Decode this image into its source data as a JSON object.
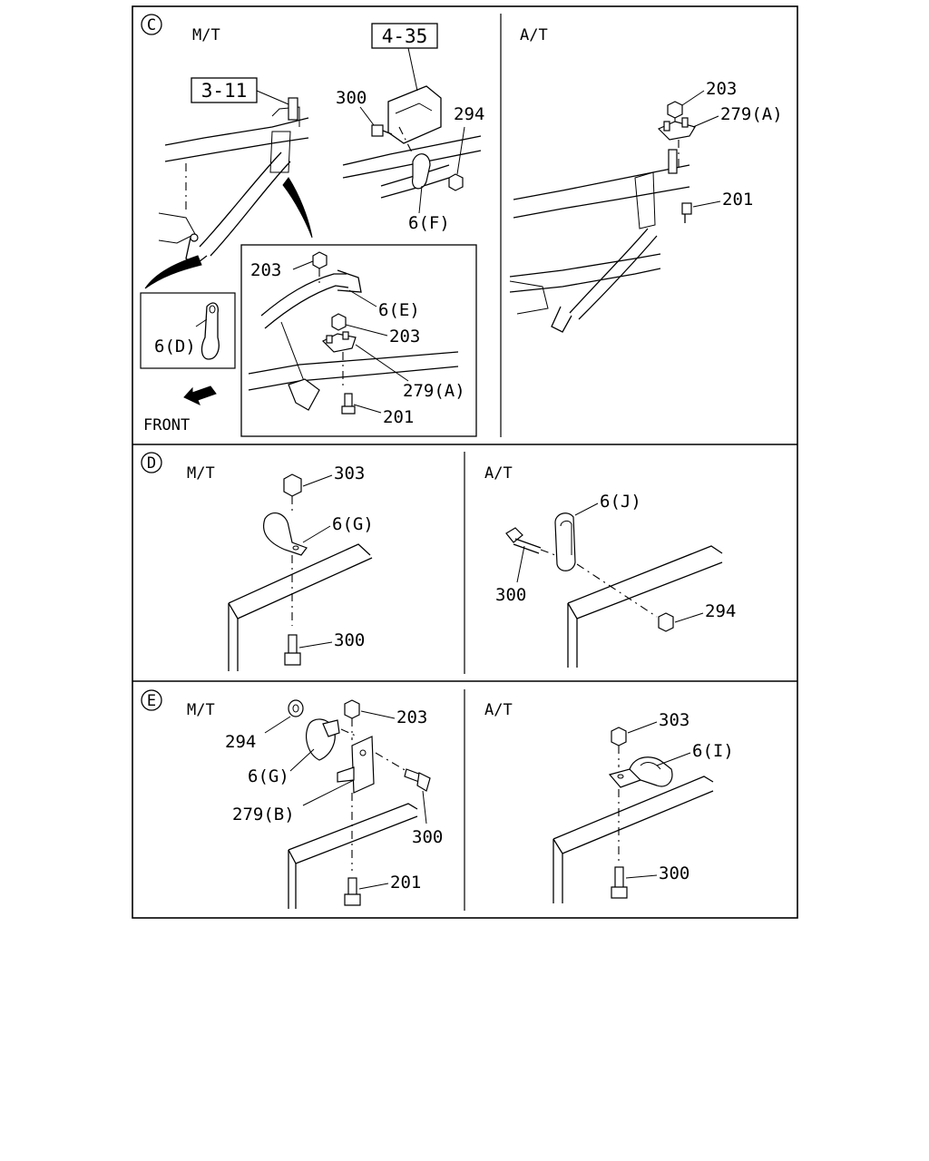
{
  "sections": {
    "c": {
      "marker": "C",
      "left_title": "M/T",
      "right_title": "A/T",
      "ref_a": "3-11",
      "ref_b": "4-35",
      "front_label": "FRONT",
      "labels": {
        "p300": "300",
        "p294": "294",
        "p6f": "6(F)",
        "p6d": "6(D)",
        "p203_inset": "203",
        "p6e": "6(E)",
        "p203_inset2": "203",
        "p279a_inset": "279(A)",
        "p201_inset": "201",
        "p203_at": "203",
        "p279a_at": "279(A)",
        "p201_at": "201"
      }
    },
    "d": {
      "marker": "D",
      "left_title": "M/T",
      "right_title": "A/T",
      "labels": {
        "p303": "303",
        "p6g": "6(G)",
        "p300_mt": "300",
        "p6j": "6(J)",
        "p300_at": "300",
        "p294": "294"
      }
    },
    "e": {
      "marker": "E",
      "left_title": "M/T",
      "right_title": "A/T",
      "labels": {
        "p294": "294",
        "p203": "203",
        "p6g": "6(G)",
        "p279b": "279(B)",
        "p300_mt": "300",
        "p201": "201",
        "p303": "303",
        "p6i": "6(I)",
        "p300_at": "300"
      }
    }
  }
}
